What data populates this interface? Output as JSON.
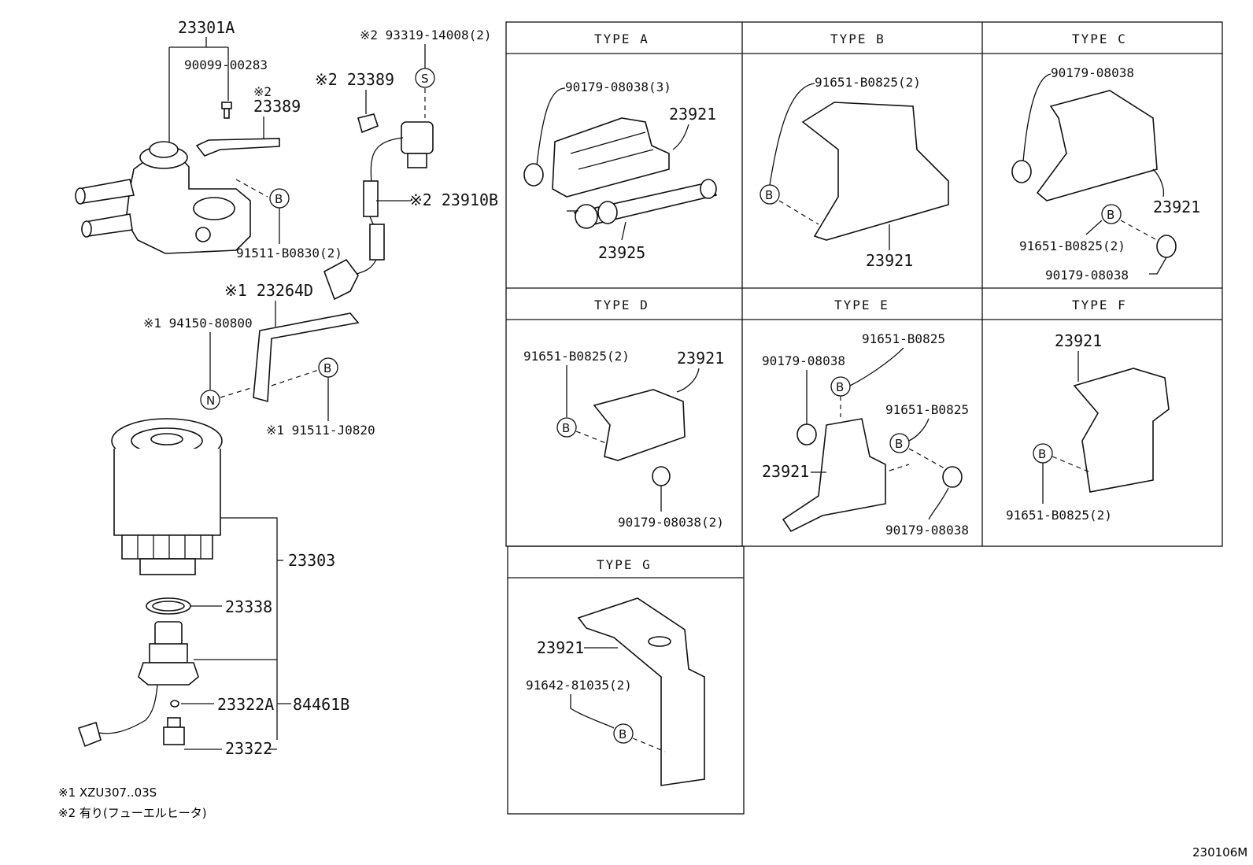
{
  "left_labels": {
    "p23301A": "23301A",
    "p90099": "90099-00283",
    "n2a": "※2",
    "p23389a": "23389",
    "b_letter": "B",
    "p91511": "91511-B0830(2)",
    "p93319": "※2 93319-14008(2)",
    "s_letter": "S",
    "p23389b": "※2 23389",
    "p23910B": "※2 23910B",
    "p23264D": "※1 23264D",
    "p94150": "※1 94150-80800",
    "n_letter": "N",
    "p91511J": "※1 91511-J0820",
    "p23303": "23303",
    "p23338": "23338",
    "p23322A": "23322A",
    "p84461B": "84461B",
    "p23322": "23322"
  },
  "notes": {
    "note1": "※1 XZU307..03S",
    "note2": "※2 有り(フューエルヒータ)"
  },
  "types": {
    "a": {
      "title": "TYPE A",
      "l1": "90179-08038(3)",
      "l2": "23921",
      "l3": "23925"
    },
    "b": {
      "title": "TYPE B",
      "l1": "91651-B0825(2)",
      "l2": "23921",
      "b": "B"
    },
    "c": {
      "title": "TYPE C",
      "l1": "90179-08038",
      "l2": "23921",
      "l3": "91651-B0825(2)",
      "l4": "90179-08038",
      "b": "B"
    },
    "d": {
      "title": "TYPE D",
      "l1": "91651-B0825(2)",
      "l2": "23921",
      "l3": "90179-08038(2)",
      "b": "B"
    },
    "e": {
      "title": "TYPE E",
      "l1": "90179-08038",
      "l2": "91651-B0825",
      "l3": "91651-B0825",
      "l4": "23921",
      "l5": "90179-08038",
      "b": "B"
    },
    "f": {
      "title": "TYPE F",
      "l1": "23921",
      "l2": "91651-B0825(2)",
      "b": "B"
    },
    "g": {
      "title": "TYPE G",
      "l1": "23921",
      "l2": "91642-81035(2)",
      "b": "B"
    }
  },
  "diagram_id": "230106M"
}
